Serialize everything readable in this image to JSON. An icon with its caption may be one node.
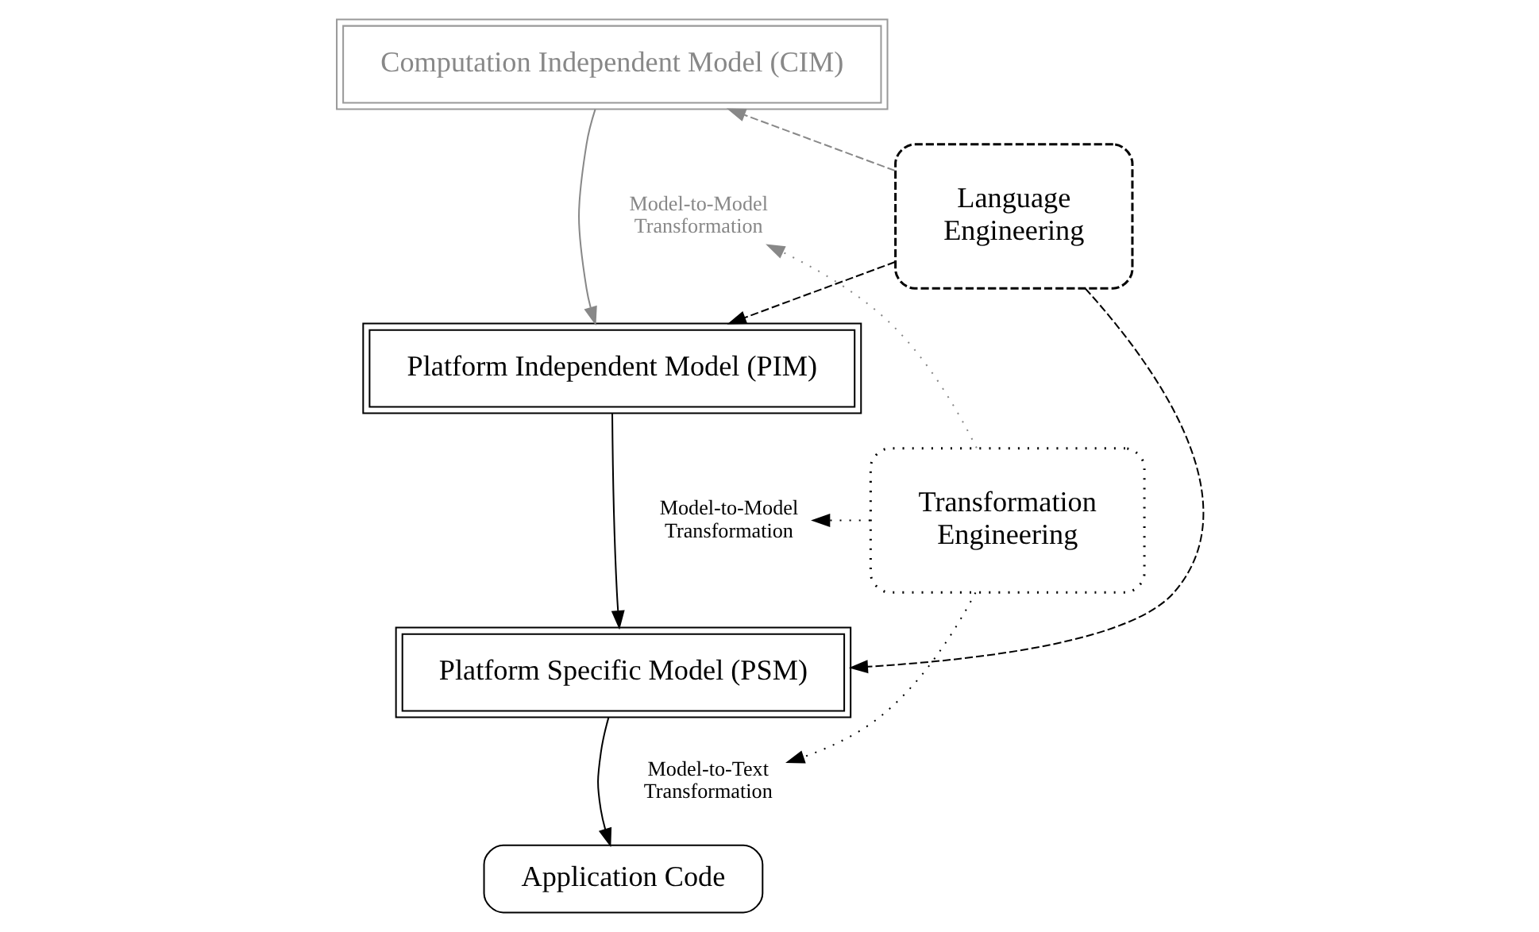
{
  "diagram": {
    "nodes": [
      {
        "text": [
          "Computation Independent Model (CIM)"
        ]
      },
      {
        "text": [
          "Platform Independent Model (PIM)"
        ]
      },
      {
        "text": [
          "Platform Specific Model (PSM)"
        ]
      },
      {
        "text": [
          "Application Code"
        ]
      },
      {
        "text": [
          "Language Engineering"
        ]
      },
      {
        "text": [
          "Transformation Engineering"
        ]
      },
      {
        "text": [
          "Model-to-Model Transformation"
        ]
      },
      {
        "text": [
          "Model-to-Model Transformation"
        ]
      },
      {
        "text": [
          "Model-to-Text Transformation"
        ]
      }
    ],
    "edges": [
      {
        "from": 0,
        "to": 1,
        "arrow": "to",
        "color": "#888888"
      },
      {
        "from": 1,
        "to": 2,
        "arrow": "to"
      },
      {
        "from": 2,
        "to": 3,
        "arrow": "to"
      },
      {
        "from": 4,
        "to": 0,
        "arrow": "to",
        "style": "dashed",
        "color": "#888888"
      },
      {
        "from": 4,
        "to": 1,
        "arrow": "to",
        "style": "dashed"
      },
      {
        "from": 4,
        "to": 2,
        "arrow": "to",
        "style": "dashed"
      },
      {
        "from": 5,
        "to": 6,
        "arrow": "to",
        "style": "dashed",
        "color": "#888888"
      },
      {
        "from": 5,
        "to": 7,
        "arrow": "to",
        "style": "dashed"
      },
      {
        "from": 5,
        "to": 8,
        "arrow": "to",
        "style": "dashed"
      }
    ]
  }
}
